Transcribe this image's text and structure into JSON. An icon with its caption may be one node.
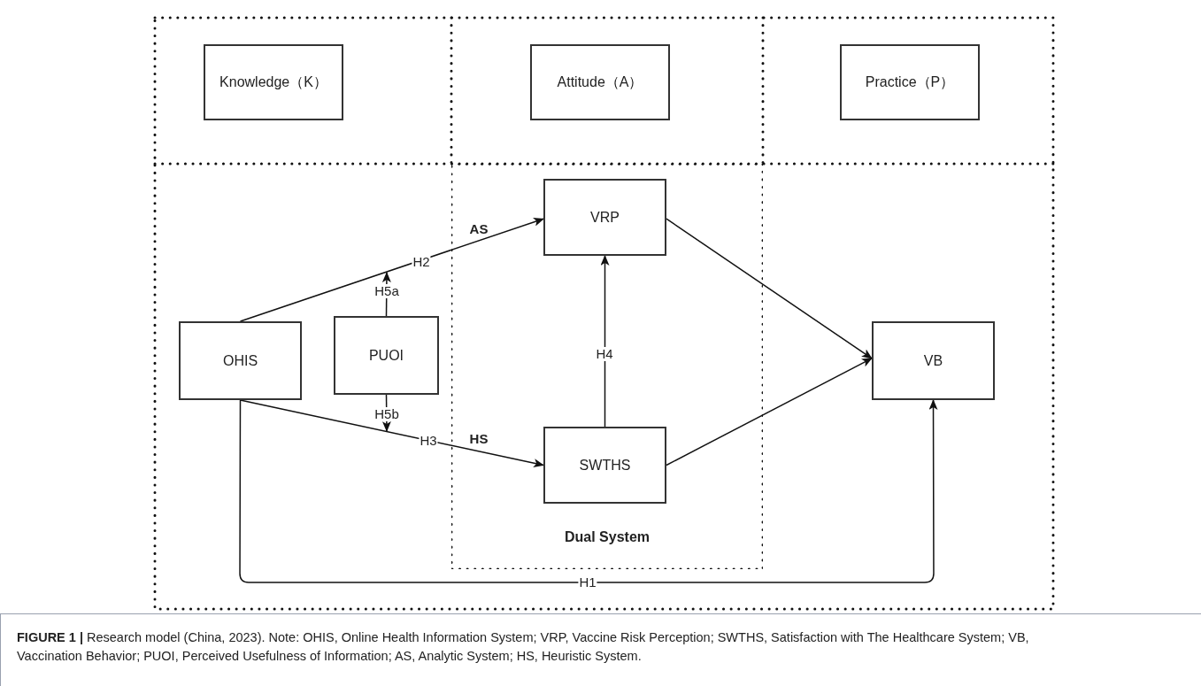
{
  "diagram": {
    "caption": "**FIGURE 1 |** Research model (China, 2023). Note: OHIS, Online Health Information System; VRP, Vaccine Risk Perception; SWTHS, Satisfaction with The Healthcare System; VB, Vaccination Behavior; PUOI, Perceived Usefulness of Information; AS, Analytic System; HS, Heuristic System.",
    "nodes": [
      {
        "text": [
          "Knowledge（K）"
        ]
      },
      {
        "text": [
          "Attitude（A）"
        ]
      },
      {
        "text": [
          "Practice（P）"
        ]
      },
      {
        "text": [
          "Dual System"
        ]
      },
      {
        "text": [
          "VRP"
        ],
        "in": 3
      },
      {
        "text": [
          "SWTHS"
        ],
        "in": 3
      },
      {
        "text": [
          "OHIS"
        ]
      },
      {
        "text": [
          "PUOI"
        ]
      },
      {
        "text": [
          "VB"
        ]
      }
    ],
    "edges": [
      {
        "from": 6,
        "to": 4,
        "arrow": "to",
        "label": "H2"
      },
      {
        "from": 6,
        "to": 5,
        "arrow": "to",
        "label": "H3"
      },
      {
        "from": 5,
        "to": 4,
        "arrow": "to",
        "label": "H4"
      },
      {
        "from": 4,
        "to": 8,
        "arrow": "to"
      },
      {
        "from": 5,
        "to": 8,
        "arrow": "to"
      },
      {
        "from": 6,
        "to": 8,
        "arrow": "to",
        "label": "H1"
      },
      {
        "from": 7,
        "to": null,
        "arrow": "to",
        "label": "H5a"
      },
      {
        "from": 7,
        "to": null,
        "arrow": "to",
        "label": "H5b"
      }
    ],
    "labels": [
      "AS",
      "HS"
    ]
  }
}
